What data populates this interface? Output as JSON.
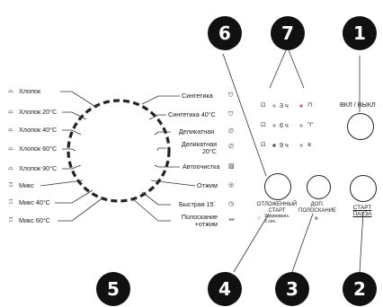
{
  "badges": {
    "b1": "1",
    "b2": "2",
    "b3": "3",
    "b4": "4",
    "b5": "5",
    "b6": "6",
    "b7": "7"
  },
  "programs_left": [
    "Хлопок",
    "Хлопок 20°C",
    "Хлопок 40°C",
    "Хлопок 60°C",
    "Хлопок 90°C",
    "Микс",
    "Микс 40°C",
    "Микс 60°C"
  ],
  "programs_right": [
    "Синтетика",
    "Синтетика 40°C",
    "Деликатная",
    "Деликатная\n20°C",
    "Автоочистка",
    "Отжим",
    "Быстрая 15´",
    "Полоскание\n+отжим"
  ],
  "delay_times": [
    "3 ч",
    "6 ч",
    "9 ч"
  ],
  "buttons": {
    "power_label": "ВКЛ / ВЫКЛ",
    "delay_label": "ОТЛОЖЕННЫЙ\nСТАРТ",
    "delay_hint": "Удерживать\n3 сек.",
    "rinse_label": "ДОП.\nПОЛОСКАНИЕ",
    "start_label": "СТАРТ\nПАУЗА"
  },
  "icons": {
    "left": [
      "cotton-tub-icon",
      "cotton-tub-icon",
      "cotton-tub-icon",
      "cotton-tub-icon",
      "cotton-tub-icon",
      "mix-icon",
      "mix-icon",
      "mix-icon"
    ],
    "right": [
      "shirt-icon",
      "shirt-icon",
      "feather-icon",
      "feather-icon",
      "drum-clean-icon",
      "spin-icon",
      "timer-icon",
      "rinse-icon"
    ],
    "status": [
      "lock-icon",
      "wash-icon",
      "rinse-tub-icon"
    ]
  }
}
